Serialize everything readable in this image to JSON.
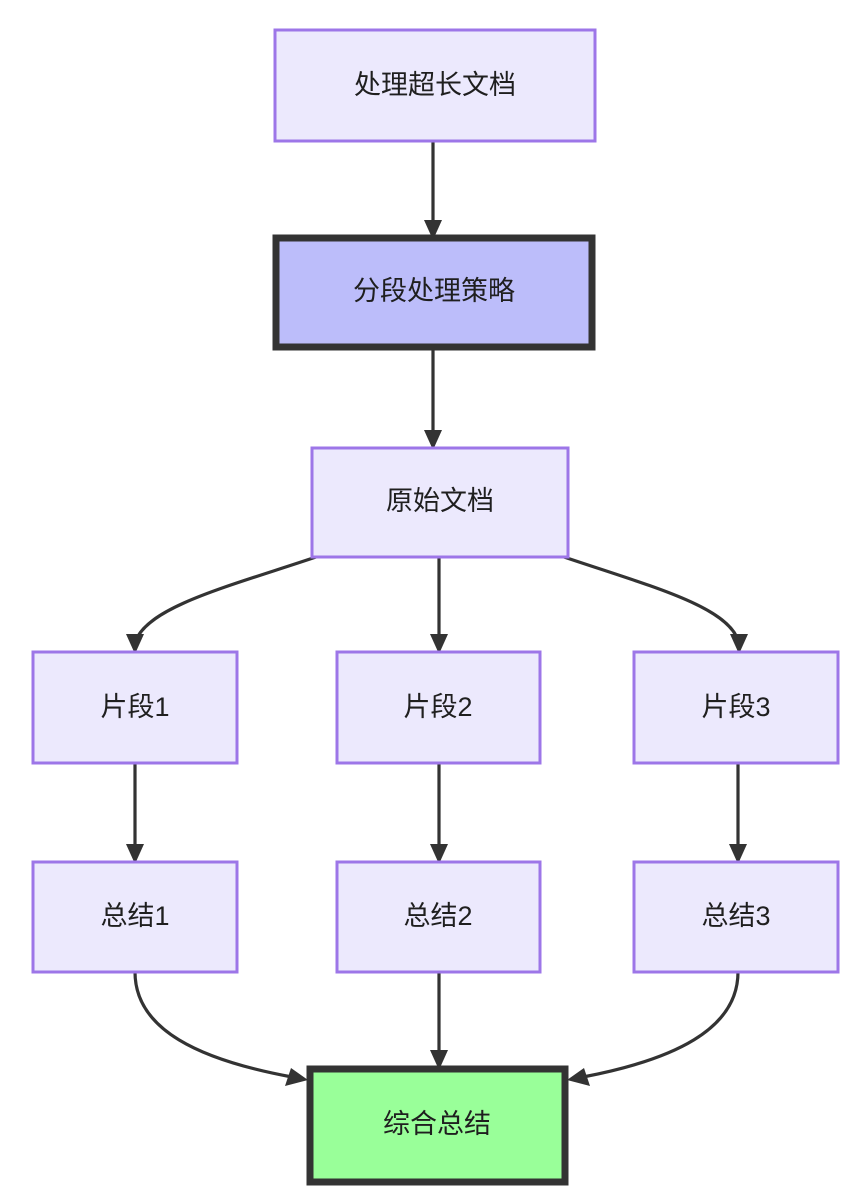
{
  "diagram": {
    "type": "flowchart",
    "direction": "top-to-bottom",
    "title_node": "处理超长文档",
    "background_color": "#ffffff",
    "palette": {
      "node_fill_default": "#ece9fd",
      "node_border_default": "#9d76e8",
      "node_fill_highlight": "#bcbdfa",
      "node_fill_final": "#99ff99",
      "node_border_strong": "#333333",
      "edge_color": "#333333",
      "text_color": "#1f1f1f"
    },
    "nodes": [
      {
        "id": "n_doc",
        "label": "处理超长文档",
        "style": "default"
      },
      {
        "id": "n_strategy",
        "label": "分段处理策略",
        "style": "highlight"
      },
      {
        "id": "n_source",
        "label": "原始文档",
        "style": "default"
      },
      {
        "id": "n_chunk1",
        "label": "片段1",
        "style": "default"
      },
      {
        "id": "n_chunk2",
        "label": "片段2",
        "style": "default"
      },
      {
        "id": "n_chunk3",
        "label": "片段3",
        "style": "default"
      },
      {
        "id": "n_sum1",
        "label": "总结1",
        "style": "default"
      },
      {
        "id": "n_sum2",
        "label": "总结2",
        "style": "default"
      },
      {
        "id": "n_sum3",
        "label": "总结3",
        "style": "default"
      },
      {
        "id": "n_final",
        "label": "综合总结",
        "style": "final"
      }
    ],
    "edges": [
      {
        "from": "n_doc",
        "to": "n_strategy",
        "shape": "straight"
      },
      {
        "from": "n_strategy",
        "to": "n_source",
        "shape": "straight"
      },
      {
        "from": "n_source",
        "to": "n_chunk1",
        "shape": "curved"
      },
      {
        "from": "n_source",
        "to": "n_chunk2",
        "shape": "straight"
      },
      {
        "from": "n_source",
        "to": "n_chunk3",
        "shape": "curved"
      },
      {
        "from": "n_chunk1",
        "to": "n_sum1",
        "shape": "straight"
      },
      {
        "from": "n_chunk2",
        "to": "n_sum2",
        "shape": "straight"
      },
      {
        "from": "n_chunk3",
        "to": "n_sum3",
        "shape": "straight"
      },
      {
        "from": "n_sum1",
        "to": "n_final",
        "shape": "curved"
      },
      {
        "from": "n_sum2",
        "to": "n_final",
        "shape": "straight"
      },
      {
        "from": "n_sum3",
        "to": "n_final",
        "shape": "curved"
      }
    ]
  }
}
